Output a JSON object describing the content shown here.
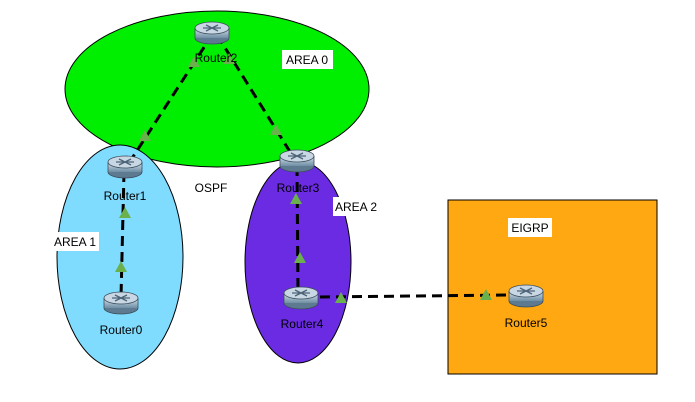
{
  "areas": {
    "area0": {
      "label": "AREA 0",
      "color": "#00ee00"
    },
    "area1": {
      "label": "AREA 1",
      "color": "#80dcff"
    },
    "area2": {
      "label": "AREA 2",
      "color": "#6a2be2"
    },
    "eigrp": {
      "label": "EIGRP",
      "color": "#ffa811"
    }
  },
  "ospf_label": "OSPF",
  "routers": {
    "router0": "Router0",
    "router1": "Router1",
    "router2": "Router2",
    "router3": "Router3",
    "router4": "Router4",
    "router5": "Router5"
  },
  "link_marker_color": "#6ab04c",
  "router_color": "#8fa9bb"
}
